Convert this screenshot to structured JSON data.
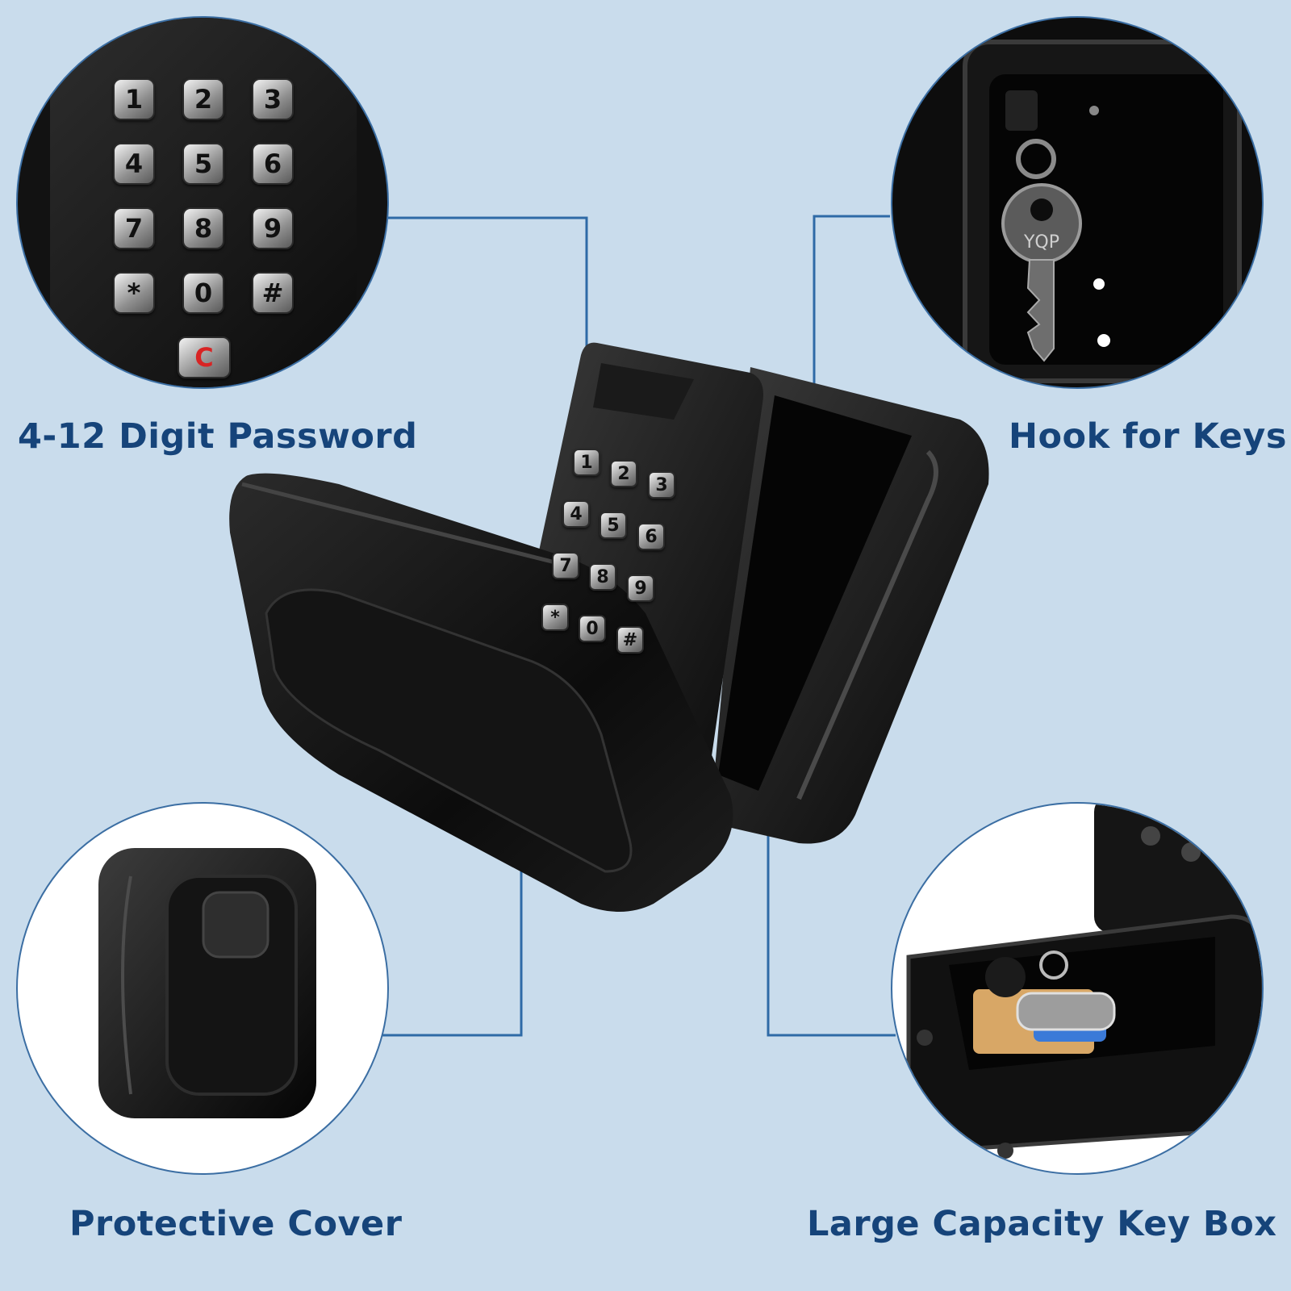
{
  "labels": {
    "password": "4-12 Digit Password",
    "hook": "Hook for Keys",
    "cover": "Protective Cover",
    "capacity": "Large Capacity Key Box"
  },
  "keypad": {
    "rows": [
      [
        "1",
        "2",
        "3"
      ],
      [
        "4",
        "5",
        "6"
      ],
      [
        "7",
        "8",
        "9"
      ],
      [
        "*",
        "0",
        "#"
      ]
    ],
    "clear_key": "C"
  },
  "key_engraving": "YQP",
  "colors": {
    "background": "#c9dcec",
    "label_text": "#16447a",
    "callout_line": "#2e6aa6",
    "clear_key": "#d82424"
  }
}
